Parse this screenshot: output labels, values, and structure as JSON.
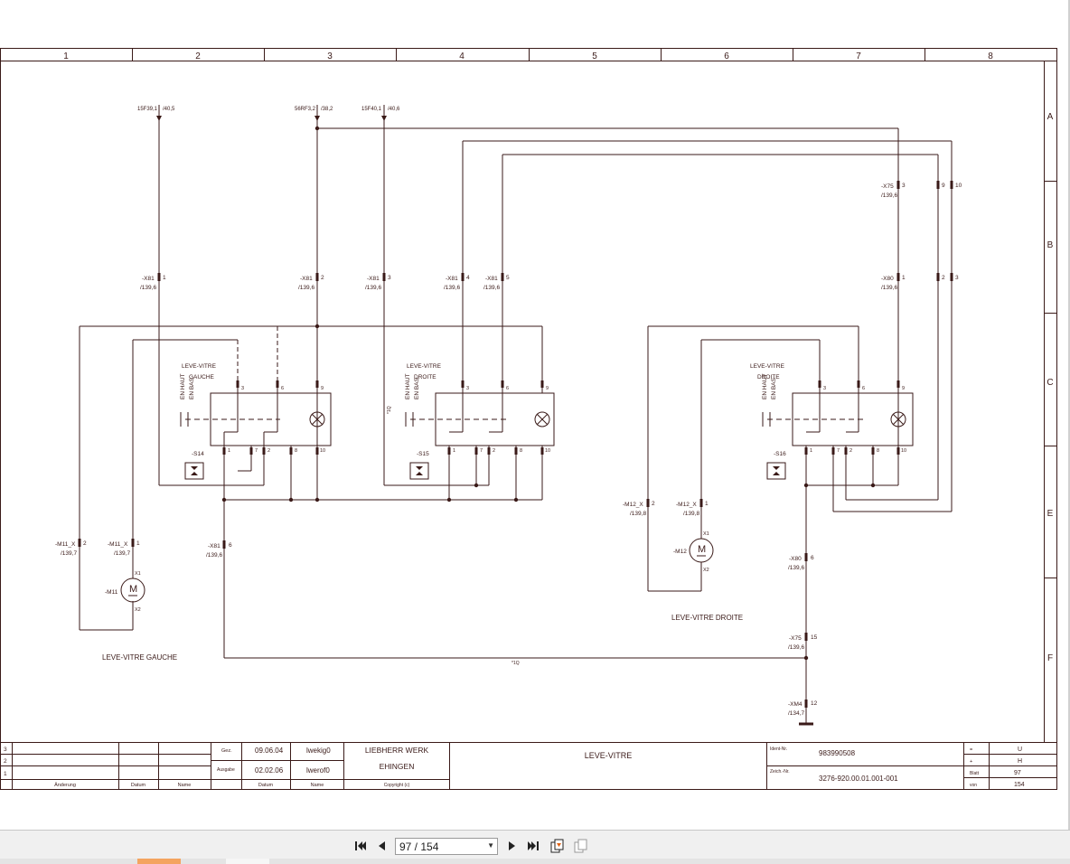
{
  "columns": [
    "1",
    "2",
    "3",
    "4",
    "5",
    "6",
    "7",
    "8"
  ],
  "rows": [
    "A",
    "B",
    "C",
    "E",
    "F"
  ],
  "crossrefs": {
    "r1": "15F39,1",
    "r1b": "/40,5",
    "r2": "56RF3,2",
    "r2b": "/38,2",
    "r3": "15F40,1",
    "r3b": "/40,6"
  },
  "terminals": {
    "x81": "-X81",
    "x80": "-X80",
    "x75": "-X75",
    "xm4": "-XM4",
    "m11x": "-M11_X",
    "m12x": "-M12_X",
    "ref1396": "/139,6",
    "ref1397": "/139,7",
    "ref1398": "/139,8",
    "ref1347": "/134,7",
    "n1": "1",
    "n2": "2",
    "n3": "3",
    "n4": "4",
    "n5": "5",
    "n6": "6",
    "n9": "9",
    "n10": "10",
    "n12": "12",
    "n15": "15"
  },
  "switches": {
    "pin1": "1",
    "pin2": "2",
    "pin3": "3",
    "pin6": "6",
    "pin7": "7",
    "pin8": "8",
    "pin9": "9",
    "pin10": "10",
    "s14": "-S14",
    "s15": "-S15",
    "s16": "-S16",
    "s14_title1": "LEVE-VITRE",
    "s14_title2": "GAUCHE",
    "s15_title1": "LEVE-VITRE",
    "s15_title2": "DROITE",
    "s16_title1": "LEVE-VITRE",
    "s16_title2": "DROITE",
    "en_haut": "EN HAUT",
    "en_bas": "EN BAS",
    "mark": "*1Q"
  },
  "motors": {
    "m11": "-M11",
    "m12": "-M12",
    "letter": "M",
    "x1": "X1",
    "x2": "X2"
  },
  "labels": {
    "left_caption": "LEVE-VITRE GAUCHE",
    "right_caption": "LEVE-VITRE DROITE",
    "bottom_mark": "*1Q"
  },
  "titleblock": {
    "rev_rows": [
      "3",
      "2",
      "1"
    ],
    "col_aenderung": "Änderung",
    "col_datum": "Datum",
    "col_name": "Name",
    "gez": "Gez.",
    "ausgabe": "Ausgabe",
    "date1": "09.06.04",
    "name1": "lwekig0",
    "date2": "02.02.06",
    "name2": "lwerof0",
    "sub_datum": "Datum",
    "sub_name": "Name",
    "company1": "LIEBHERR WERK",
    "company2": "EHINGEN",
    "copyright": "Copyright (c)",
    "drawing_title": "LEVE-VITRE",
    "ident_label": "Ident-Nr.",
    "ident": "983990508",
    "zeich_label": "Zeich.-Nr.",
    "zeich": "3276-920.00.01.001-001",
    "eq_label": "=",
    "eq_value": "U",
    "plus_label": "+",
    "plus_value": "H",
    "blatt_label": "Blatt",
    "blatt": "97",
    "von_label": "von",
    "von": "154"
  },
  "viewer": {
    "page_display": "97 / 154",
    "icons": [
      "first-page-icon",
      "prev-page-icon",
      "next-page-icon",
      "last-page-icon",
      "fit-page-icon",
      "two-page-icon"
    ]
  },
  "colors": {
    "line": "#3a1a18",
    "accent": "#f4a460"
  }
}
